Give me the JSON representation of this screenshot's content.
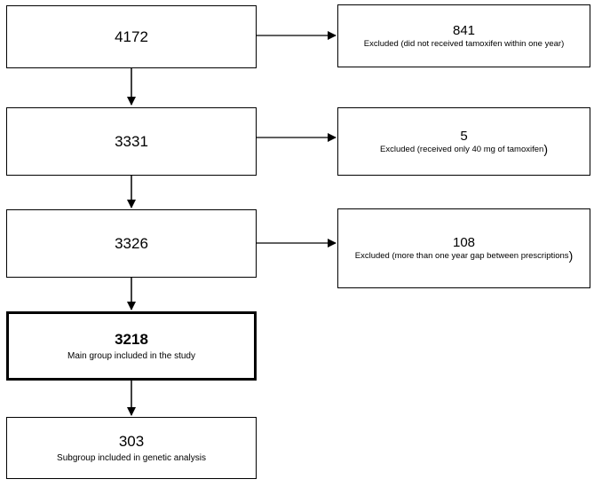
{
  "flow": {
    "step1": {
      "count": "4172"
    },
    "step2": {
      "count": "3331"
    },
    "step3": {
      "count": "3326"
    },
    "step4": {
      "count": "3218",
      "label": "Main group included in the study"
    },
    "step5": {
      "count": "303",
      "label": "Subgroup included in genetic analysis"
    }
  },
  "exclusions": [
    {
      "count": "841",
      "reason": "Excluded (did not received tamoxifen within one year)"
    },
    {
      "count": "5",
      "reason": "Excluded (received only 40 mg of tamoxifen"
    },
    {
      "count": "108",
      "reason": "Excluded (more than one year gap between prescriptions"
    }
  ]
}
